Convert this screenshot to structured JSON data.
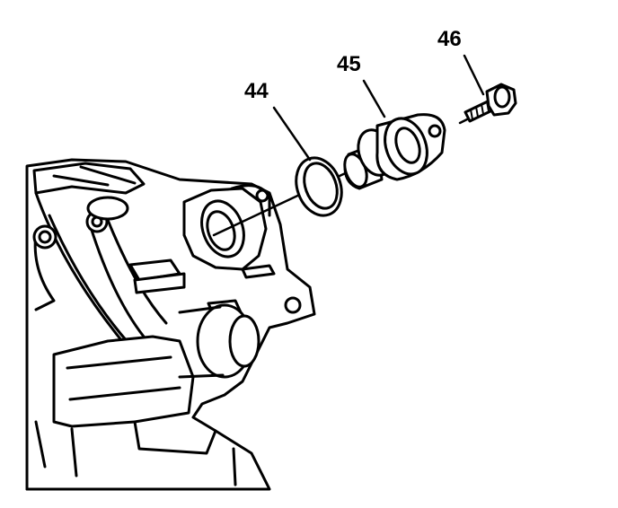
{
  "callouts": {
    "part_44": "44",
    "part_45": "45",
    "part_46": "46"
  },
  "colors": {
    "line": "#000000",
    "fill": "#ffffff",
    "shade": "#d9d9d9"
  }
}
